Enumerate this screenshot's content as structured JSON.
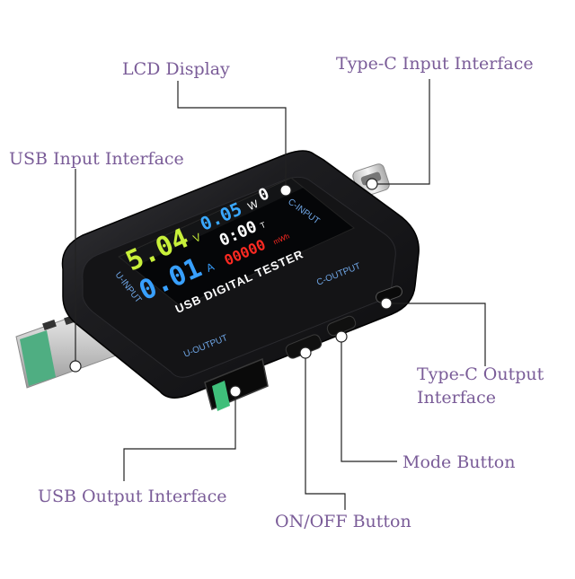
{
  "callouts": {
    "lcd_display": "LCD Display",
    "typec_input": "Type-C Input Interface",
    "usb_input": "USB Input Interface",
    "typec_output_line1": "Type-C Output",
    "typec_output_line2": "Interface",
    "mode_button": "Mode Button",
    "usb_output": "USB Output Interface",
    "onoff_button": "ON/OFF Button"
  },
  "device": {
    "port_labels": {
      "c_input": "C-INPUT",
      "c_output": "C-OUTPUT",
      "u_input": "U-INPUT",
      "u_output": "U-OUTPUT"
    },
    "screen": {
      "voltage": "5.04",
      "voltage_unit": "V",
      "power": "0.05",
      "power_unit": "W",
      "indicator": "0",
      "current": "0.01",
      "current_unit": "A",
      "time": "0:00",
      "time_unit": "T",
      "energy": "00000",
      "energy_unit": "mWh",
      "title": "USB DIGITAL TESTER"
    }
  },
  "colors": {
    "callout_text": "#7a5c98",
    "leader_line": "#222222",
    "body": "#1b1b1d",
    "screen": "#050608",
    "voltage": "#c8f03a",
    "power": "#3aa8ff",
    "current": "#38a0ff",
    "time": "#ffffff",
    "energy": "#ff2a22",
    "port_label": "#6fa6e6",
    "usb_tongue": "#4fae82"
  }
}
